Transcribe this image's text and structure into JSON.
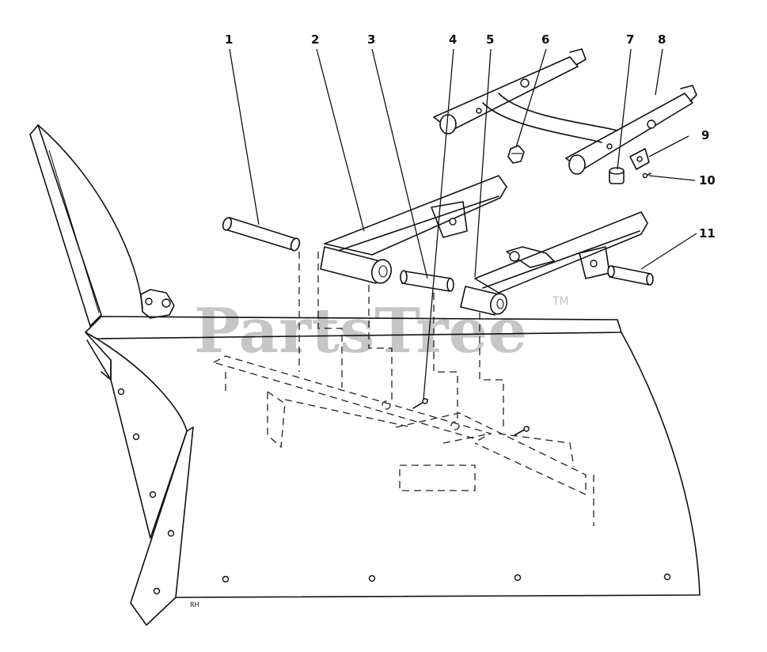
{
  "callouts": [
    {
      "id": "1",
      "label": "1"
    },
    {
      "id": "2",
      "label": "2"
    },
    {
      "id": "3",
      "label": "3"
    },
    {
      "id": "4",
      "label": "4"
    },
    {
      "id": "5",
      "label": "5"
    },
    {
      "id": "6",
      "label": "6"
    },
    {
      "id": "7",
      "label": "7"
    },
    {
      "id": "8",
      "label": "8"
    },
    {
      "id": "9",
      "label": "9"
    },
    {
      "id": "10",
      "label": "10"
    },
    {
      "id": "11",
      "label": "11"
    }
  ],
  "watermark": {
    "text": "PartsTree",
    "trademark": "TM"
  },
  "colors": {
    "line": "#111111",
    "background": "#ffffff"
  }
}
